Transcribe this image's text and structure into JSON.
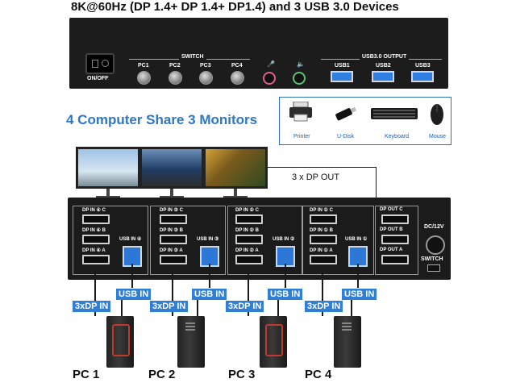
{
  "title": "8K@60Hz (DP 1.4+ DP 1.4+ DP1.4) and 3 USB 3.0 Devices",
  "front_panel": {
    "power_label": "ON/OFF",
    "switch_label": "SWITCH",
    "buttons": [
      "PC1",
      "PC2",
      "PC3",
      "PC4"
    ],
    "usb_output_label": "USB3.0 OUTPUT",
    "usb_ports": [
      "USB1",
      "USB2",
      "USB3"
    ]
  },
  "peripherals": [
    "Printer",
    "U-Disk",
    "Keyboard",
    "Mouse"
  ],
  "heading": "4 Computer Share 3 Monitors",
  "dp_out_label": "3 x DP OUT",
  "back_panel": {
    "sections": [
      {
        "ports": [
          "DP IN ④ C",
          "DP IN ④ B",
          "DP IN ④ A"
        ],
        "usb": "USB IN ④"
      },
      {
        "ports": [
          "DP IN ③ C",
          "DP IN ③ B",
          "DP IN ③ A"
        ],
        "usb": "USB IN ③"
      },
      {
        "ports": [
          "DP IN ② C",
          "DP IN ② B",
          "DP IN ② A"
        ],
        "usb": "USB IN ②"
      },
      {
        "ports": [
          "DP IN ① C",
          "DP IN ① B",
          "DP IN ① A"
        ],
        "usb": "USB IN ①"
      }
    ],
    "outputs": [
      "DP OUT C",
      "DP OUT B",
      "DP OUT A"
    ],
    "power_label": "DC/12V",
    "switch_label": "SWITCH"
  },
  "connectors": {
    "dp_in": "3xDP IN",
    "usb_in": "USB IN"
  },
  "pcs": [
    "PC 1",
    "PC 2",
    "PC 3",
    "PC 4"
  ],
  "colors": {
    "accent": "#2d77c5",
    "chassis": "#1b1b1b",
    "usb_blue": "#2f7fd6"
  }
}
